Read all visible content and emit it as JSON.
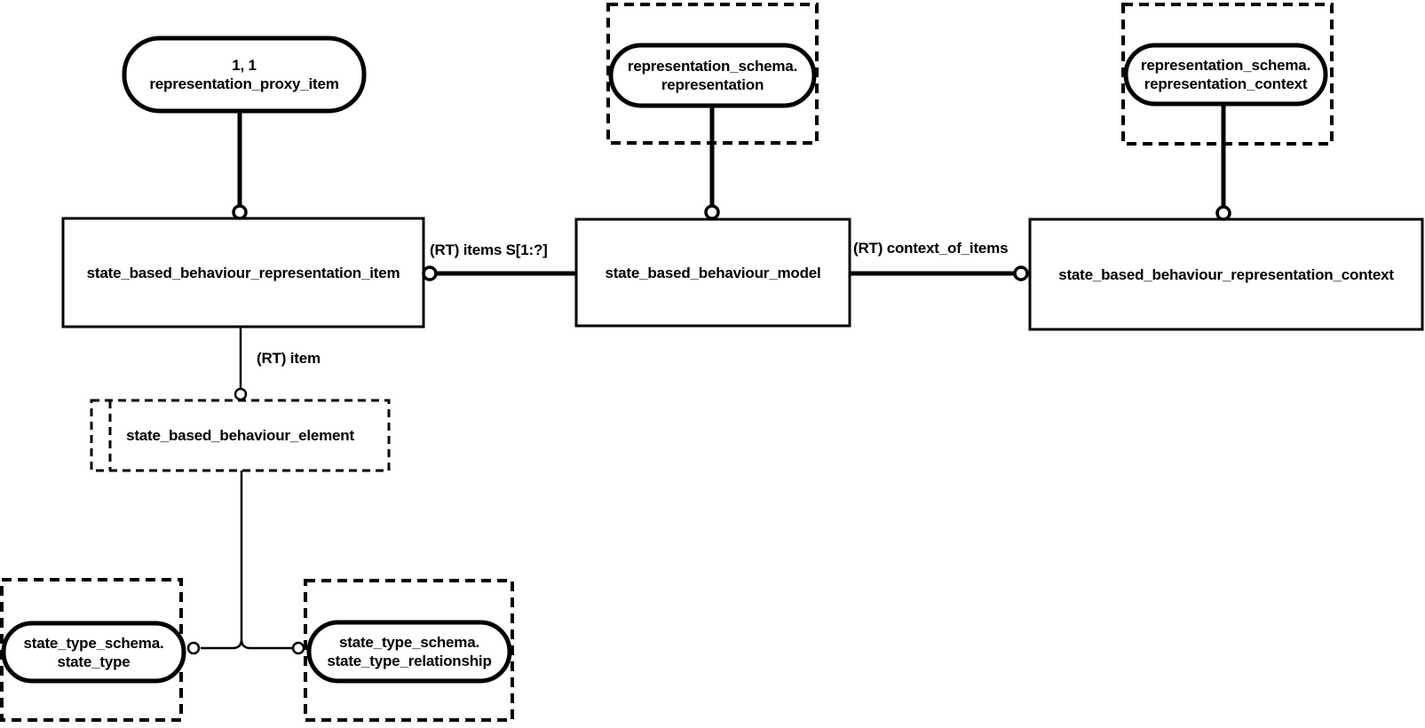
{
  "diagram": {
    "kind": "express-g-schema-diagram",
    "colors": {
      "ink": "#000000",
      "background": "#ffffff"
    },
    "nodes": {
      "proxy": {
        "page_ref": "1, 1",
        "name": "representation_proxy_item"
      },
      "rep_item": {
        "name": "state_based_behaviour_representation_item"
      },
      "model": {
        "name": "state_based_behaviour_model"
      },
      "rep_context": {
        "name": "state_based_behaviour_representation_context"
      },
      "representation": {
        "schema": "representation_schema.",
        "name": "representation"
      },
      "representation_context": {
        "schema": "representation_schema.",
        "name": "representation_context"
      },
      "element": {
        "name": "state_based_behaviour_element"
      },
      "state_type": {
        "schema": "state_type_schema.",
        "name": "state_type"
      },
      "state_type_relationship": {
        "schema": "state_type_schema.",
        "name": "state_type_relationship"
      }
    },
    "edges": {
      "items": {
        "label": "(RT) items S[1:?]"
      },
      "context_of_items": {
        "label": "(RT) context_of_items"
      },
      "item": {
        "label": "(RT) item"
      }
    }
  }
}
